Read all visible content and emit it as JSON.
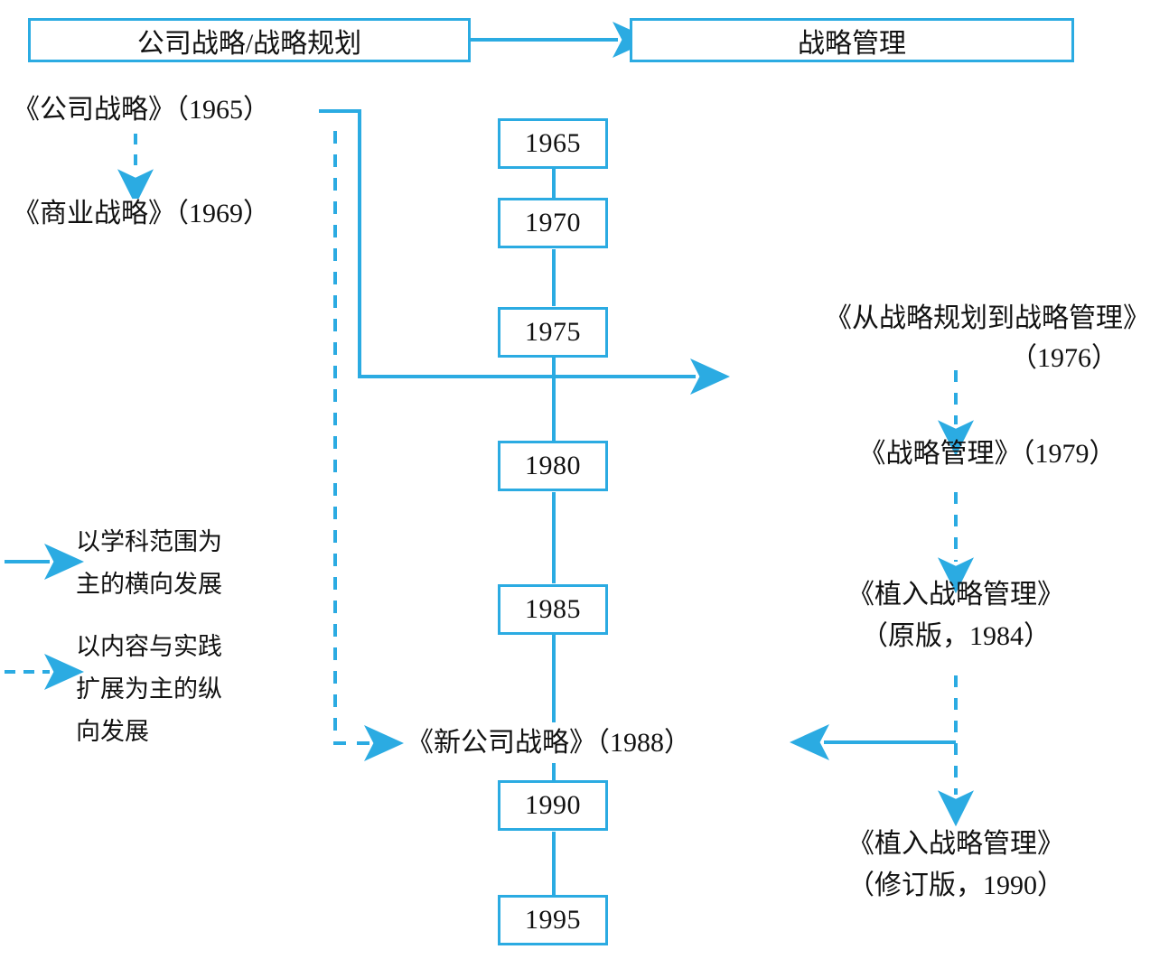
{
  "diagram": {
    "title_hidden": "",
    "accent_color": "#2BABE2",
    "text_color": "#111111",
    "background": "#ffffff"
  },
  "header": {
    "left_box": "公司战略/战略规划",
    "right_box": "战略管理"
  },
  "timeline": {
    "years": [
      "1965",
      "1970",
      "1975",
      "1980",
      "1985",
      "1990",
      "1995"
    ]
  },
  "left_branch": {
    "items": [
      "《公司战略》（1965）",
      "《商业战略》（1969）"
    ]
  },
  "right_branch": {
    "items": [
      "《从战略规划到战略管理》",
      "（1976）",
      "《战略管理》（1979）",
      "《植入战略管理》",
      "（原版，1984）",
      "《植入战略管理》",
      "（修订版，1990）"
    ]
  },
  "center_note": {
    "text": "《新公司战略》（1988）"
  },
  "legend": {
    "entries": [
      {
        "marker": "solid-arrow-icon",
        "line1": "以学科范围为",
        "line2": "主的横向发展",
        "line3": ""
      },
      {
        "marker": "dashed-arrow-icon",
        "line1": "以内容与实践",
        "line2": "扩展为主的纵",
        "line3": "向发展"
      }
    ]
  }
}
